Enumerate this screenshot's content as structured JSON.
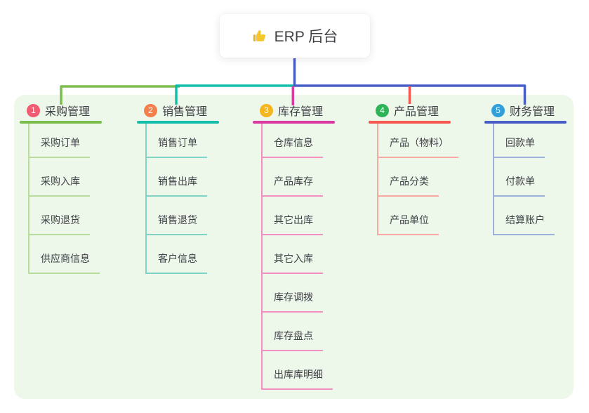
{
  "root": {
    "label": "ERP 后台",
    "icon": "thumbs-up"
  },
  "connector_color": "#4a5ec8",
  "panel_color": "#edf8ea",
  "text_color": "#3f3f46",
  "icon_color": "#f6c62d",
  "branches": [
    {
      "badge_number": "1",
      "label": "采购管理",
      "colors": {
        "badge": "#f25c72",
        "line": "#7cbe4e",
        "light": "#b7dc9b"
      },
      "children": [
        "采购订单",
        "采购入库",
        "采购退货",
        "供应商信息"
      ]
    },
    {
      "badge_number": "2",
      "label": "销售管理",
      "colors": {
        "badge": "#f57f4b",
        "line": "#13bfaa",
        "light": "#7fd4c6"
      },
      "children": [
        "销售订单",
        "销售出库",
        "销售退货",
        "客户信息"
      ]
    },
    {
      "badge_number": "3",
      "label": "库存管理",
      "colors": {
        "badge": "#f5b51f",
        "line": "#da3a9f",
        "light": "#f48fc1"
      },
      "children": [
        "仓库信息",
        "产品库存",
        "其它出库",
        "其它入库",
        "库存调拨",
        "库存盘点",
        "出库库明细"
      ]
    },
    {
      "badge_number": "4",
      "label": "产品管理",
      "colors": {
        "badge": "#2eb457",
        "line": "#f4584e",
        "light": "#f8a9a2"
      },
      "children": [
        "产品（物料）",
        "产品分类",
        "产品单位"
      ]
    },
    {
      "badge_number": "5",
      "label": "财务管理",
      "colors": {
        "badge": "#319fd9",
        "line": "#4a5ec8",
        "light": "#9db1df"
      },
      "children": [
        "回款单",
        "付款单",
        "结算账户"
      ]
    }
  ]
}
